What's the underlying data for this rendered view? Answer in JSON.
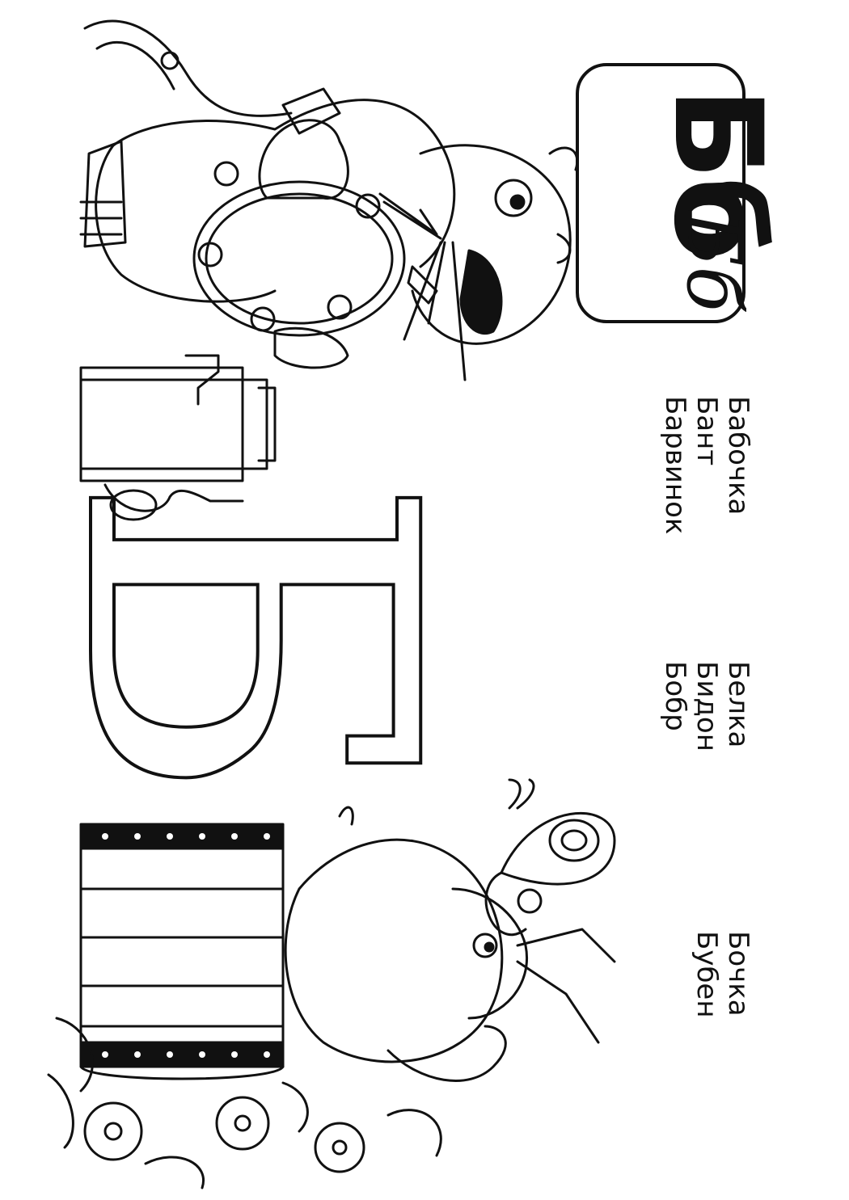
{
  "header": {
    "letter_print": "Бб",
    "letter_script": "Бб"
  },
  "big_letter": "Б",
  "words": {
    "column1": [
      "Бабочка",
      "Бант",
      "Барвинок"
    ],
    "column2": [
      "Белка",
      "Бидон",
      "Бобр"
    ],
    "column3": [
      "Бочка",
      "Бубен"
    ]
  },
  "icons": [
    "beaver-icon",
    "tambourine-icon",
    "milk-can-icon",
    "barrel-icon",
    "squirrel-icon",
    "butterfly-icon",
    "flower-icon"
  ],
  "colors": {
    "ink": "#111111",
    "paper": "#ffffff"
  }
}
